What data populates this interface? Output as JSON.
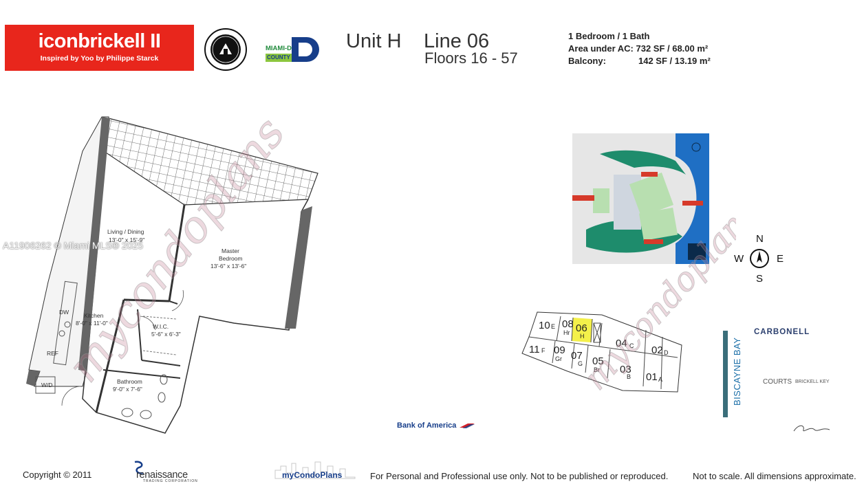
{
  "header": {
    "logo_main": "iconbrickell II",
    "logo_sub": "Inspired by Yoo by Philippe Starck",
    "county_top": "MIAMI-DADE",
    "county_bottom": "COUNTY",
    "unit": "Unit H",
    "line": "Line 06",
    "floors": "Floors 16 - 57",
    "spec_bed_bath": "1 Bedroom / 1 Bath",
    "spec_area": "Area under AC: 732 SF / 68.00 m²",
    "spec_balcony_label": "Balcony:",
    "spec_balcony_value": "142 SF / 13.19 m²"
  },
  "plan": {
    "living": "Living / Dining",
    "living_dim": "13'-0\" x 15'-9\"",
    "master": "Master",
    "master2": "Bedroom",
    "master_dim": "13'-6\" x 13'-6\"",
    "kitchen": "Kitchen",
    "kitchen_dim": "8'-0\" x 11'-0\"",
    "wic": "W.I.C.",
    "wic_dim": "5'-6\" x 6'-3\"",
    "bath": "Bathroom",
    "bath_dim": "9'-0\" x 7'-6\"",
    "dw": "DW",
    "ref": "REF",
    "wd": "W/D"
  },
  "watermark": "A11906262 © Miami MLS® 2025",
  "brand_watermark": "mycondoplans",
  "compass": {
    "n": "N",
    "s": "S",
    "e": "E",
    "w": "W"
  },
  "keyplan": {
    "units": [
      {
        "num": "10",
        "letter": "E",
        "highlight": false
      },
      {
        "num": "08",
        "letter": "Hr",
        "highlight": false
      },
      {
        "num": "06",
        "letter": "H",
        "highlight": true
      },
      {
        "num": "04",
        "letter": "C",
        "highlight": false
      },
      {
        "num": "02",
        "letter": "D",
        "highlight": false
      },
      {
        "num": "11",
        "letter": "F",
        "highlight": false
      },
      {
        "num": "09",
        "letter": "Gr",
        "highlight": false
      },
      {
        "num": "07",
        "letter": "G",
        "highlight": false
      },
      {
        "num": "05",
        "letter": "Br",
        "highlight": false
      },
      {
        "num": "03",
        "letter": "B",
        "highlight": false
      },
      {
        "num": "01",
        "letter": "A",
        "highlight": false
      }
    ],
    "highlight_color": "#f4f04a"
  },
  "location": {
    "bay": "BISCAYNE BAY",
    "carbonell": "CARBONELL",
    "courts": "COURTS",
    "courts_sm": "BRICKELL KEY",
    "bank": "Bank of America"
  },
  "footer": {
    "copyright": "Copyright © 2011",
    "renaissance": "renaissance",
    "renaissance_sub": "TRADING CORPORATION",
    "mycondoplans": "myCondoPlans",
    "disclaimer": "For Personal and Professional use only.  Not to be published or reproduced.",
    "scale_note": "Not to scale.  All dimensions approximate."
  },
  "colors": {
    "brand_red": "#e8261c",
    "county_blue": "#173e8a",
    "water": "#1f6fc4"
  }
}
